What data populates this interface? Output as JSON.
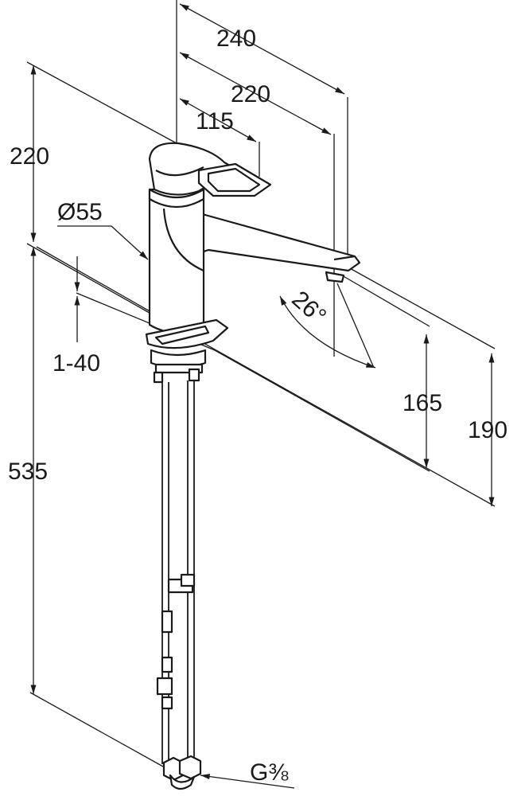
{
  "dimensions": {
    "total_reach": "240",
    "spout_reach": "220",
    "lever_reach": "115",
    "body_height": "220",
    "body_diameter": "Ø55",
    "counter_thickness": "1-40",
    "spout_angle": "26°",
    "spout_height": "165",
    "outlet_height": "190",
    "hose_length": "535",
    "connection_thread": "G⅜"
  },
  "colors": {
    "line": "#1a1a1a",
    "background": "#ffffff"
  }
}
